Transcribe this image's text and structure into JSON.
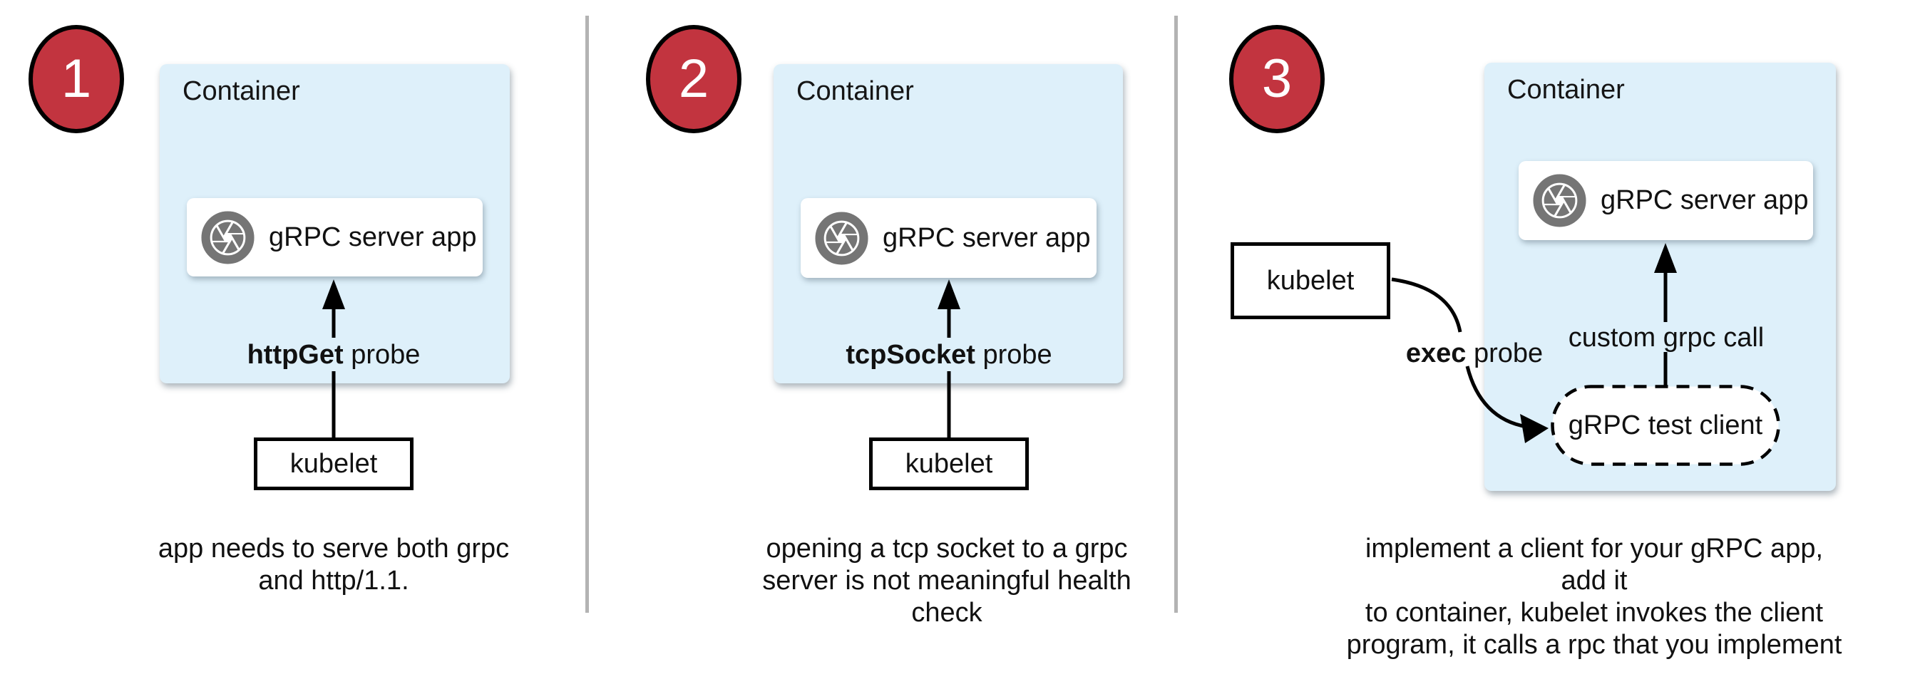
{
  "diagram": {
    "title_semantics": "three ways to health-check a gRPC server container",
    "colors": {
      "badge_fill": "#c2343f",
      "badge_border": "#000000",
      "container_fill": "#def0fa",
      "icon_gray": "#757575",
      "divider_gray": "#b3b3b3",
      "arrow_black": "#000000"
    },
    "panels": [
      {
        "number": "1",
        "container_label": "Container",
        "app_label": "gRPC server app",
        "app_icon": "aperture-icon",
        "probe_bold": "httpGet",
        "probe_rest": " probe",
        "kubelet_label": "kubelet",
        "caption": "app needs to serve both grpc\nand http/1.1."
      },
      {
        "number": "2",
        "container_label": "Container",
        "app_label": "gRPC server app",
        "app_icon": "aperture-icon",
        "probe_bold": "tcpSocket",
        "probe_rest": " probe",
        "kubelet_label": "kubelet",
        "caption": "opening a tcp socket to a grpc\nserver is not meaningful health\ncheck"
      },
      {
        "number": "3",
        "container_label": "Container",
        "app_label": "gRPC server app",
        "app_icon": "aperture-icon",
        "probe_bold": "exec",
        "probe_rest": " probe",
        "kubelet_label": "kubelet",
        "custom_call_label": "custom grpc call",
        "test_client_label": "gRPC test client",
        "caption": "implement a client for your gRPC app, add it\nto container, kubelet invokes the client\nprogram, it calls a rpc that you implement"
      }
    ]
  }
}
